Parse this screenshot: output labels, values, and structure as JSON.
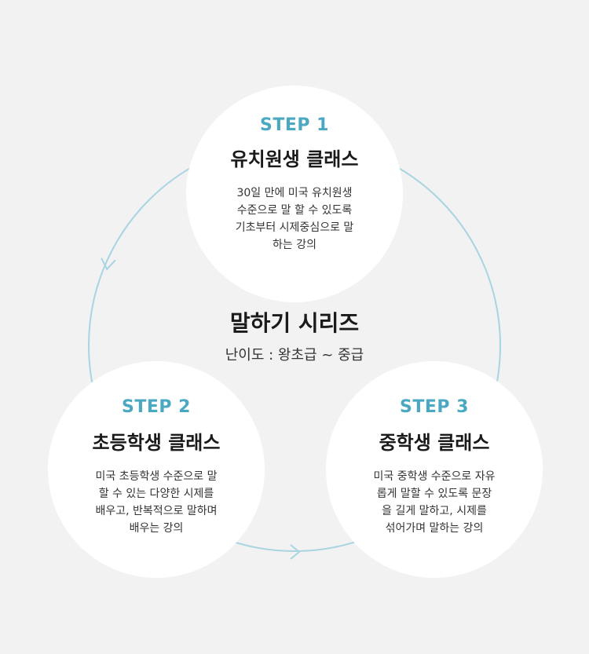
{
  "series": {
    "title": "말하기 시리즈",
    "difficulty": "난이도 : 왕초급 ~ 중급"
  },
  "steps": [
    {
      "label": "STEP 1",
      "title": "유치원생 클래스",
      "desc": [
        "30일 만에 미국 유치원생",
        "수준으로 말 할 수 있도록",
        "기초부터 시제중심으로 말",
        "하는 강의"
      ]
    },
    {
      "label": "STEP 2",
      "title": "초등학생 클래스",
      "desc": [
        "미국 초등학생 수준으로 말",
        "할 수 있는 다양한 시제를",
        "배우고, 반복적으로 말하며",
        "배우는 강의"
      ]
    },
    {
      "label": "STEP 3",
      "title": "중학생 클래스",
      "desc": [
        "미국 중학생 수준으로 자유",
        "롭게 말할 수 있도록 문장",
        "을 길게 말하고, 시제를",
        "섞어가며 말하는 강의"
      ]
    }
  ],
  "colors": {
    "background": "#f2f2f2",
    "accent": "#4aa8c2",
    "ring": "#a9d4e2",
    "card": "#ffffff"
  },
  "icons": {
    "cycle_arrow": "chevron-right-icon"
  }
}
